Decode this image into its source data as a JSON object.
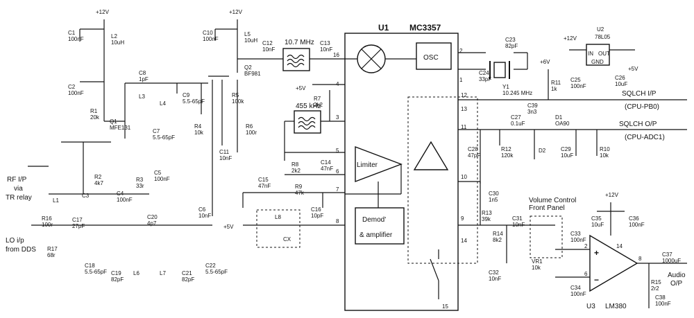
{
  "ic": {
    "ref": "U1",
    "name": "MC3357",
    "osc": "OSC",
    "limiter": "Limiter",
    "demod1": "Demod'",
    "demod2": "& amplifier",
    "pins": [
      "2",
      "1",
      "16",
      "4",
      "3",
      "5",
      "6",
      "7",
      "8",
      "9",
      "10",
      "11",
      "12",
      "13",
      "14",
      "15"
    ]
  },
  "u2": {
    "ref": "U2",
    "name": "78L05",
    "in": "IN",
    "out": "OUT",
    "gnd": "GND"
  },
  "u3": {
    "ref": "U3",
    "name": "LM380",
    "plus": "+",
    "minus": "−",
    "p2": "2",
    "p6": "6",
    "p8": "8",
    "p14": "14"
  },
  "filters": {
    "f1": "10.7 MHz",
    "f2": "455 kHz"
  },
  "supplies": {
    "v12": "+12V",
    "v5": "+5V",
    "v6": "+6V"
  },
  "io": {
    "rf1": "RF I/P",
    "rf2": "via",
    "rf3": "TR relay",
    "lo1": "LO i/p",
    "lo2": "from DDS",
    "sq_in1": "SQLCH I/P",
    "sq_in2": "(CPU-PB0)",
    "sq_out1": "SQLCH O/P",
    "sq_out2": "(CPU-ADC1)",
    "audio1": "Audio",
    "audio2": "O/P",
    "vol1": "Volume Control",
    "vol2": "Front Panel"
  },
  "components": [
    {
      "ref": "C1",
      "val": "100nF"
    },
    {
      "ref": "L2",
      "val": "10uH"
    },
    {
      "ref": "C2",
      "val": "100nF"
    },
    {
      "ref": "R1",
      "val": "20k"
    },
    {
      "ref": "Q1",
      "val": "MFE131"
    },
    {
      "ref": "C7",
      "val": "5.5-65pF"
    },
    {
      "ref": "L3",
      "val": ""
    },
    {
      "ref": "C8",
      "val": "1pF"
    },
    {
      "ref": "L4",
      "val": ""
    },
    {
      "ref": "C9",
      "val": "5.5-65pF"
    },
    {
      "ref": "R4",
      "val": "10k"
    },
    {
      "ref": "C10",
      "val": "100nF"
    },
    {
      "ref": "L5",
      "val": "10uH"
    },
    {
      "ref": "R5",
      "val": "100k"
    },
    {
      "ref": "Q2",
      "val": "BF981"
    },
    {
      "ref": "R6",
      "val": "100r"
    },
    {
      "ref": "C11",
      "val": "10nF"
    },
    {
      "ref": "C12",
      "val": "10nF"
    },
    {
      "ref": "C13",
      "val": "10nF"
    },
    {
      "ref": "R7",
      "val": "2k2"
    },
    {
      "ref": "R8",
      "val": "2k2"
    },
    {
      "ref": "C14",
      "val": "47nF"
    },
    {
      "ref": "C15",
      "val": "47nF"
    },
    {
      "ref": "R9",
      "val": "47k"
    },
    {
      "ref": "C16",
      "val": "10pF"
    },
    {
      "ref": "L8",
      "val": ""
    },
    {
      "ref": "CX",
      "val": ""
    },
    {
      "ref": "R2",
      "val": "4k7"
    },
    {
      "ref": "C4",
      "val": "100nF"
    },
    {
      "ref": "R3",
      "val": "33r"
    },
    {
      "ref": "C5",
      "val": "100nF"
    },
    {
      "ref": "C3",
      "val": ""
    },
    {
      "ref": "L1",
      "val": ""
    },
    {
      "ref": "C6",
      "val": "10nF"
    },
    {
      "ref": "R16",
      "val": "100r"
    },
    {
      "ref": "R17",
      "val": "68r"
    },
    {
      "ref": "C17",
      "val": "27pF"
    },
    {
      "ref": "C18",
      "val": "5.5-65pF"
    },
    {
      "ref": "C19",
      "val": "82pF"
    },
    {
      "ref": "L6",
      "val": ""
    },
    {
      "ref": "C20",
      "val": "4p7"
    },
    {
      "ref": "L7",
      "val": ""
    },
    {
      "ref": "C21",
      "val": "82pF"
    },
    {
      "ref": "C22",
      "val": "5.5-65pF"
    },
    {
      "ref": "C23",
      "val": "82pF"
    },
    {
      "ref": "C24",
      "val": "33pF"
    },
    {
      "ref": "Y1",
      "val": "10.245 MHz"
    },
    {
      "ref": "C25",
      "val": "100nF"
    },
    {
      "ref": "C26",
      "val": "10uF"
    },
    {
      "ref": "R11",
      "val": "1k"
    },
    {
      "ref": "C39",
      "val": "3n3"
    },
    {
      "ref": "C27",
      "val": "0.1uF"
    },
    {
      "ref": "D1",
      "val": "OA90"
    },
    {
      "ref": "D2",
      "val": ""
    },
    {
      "ref": "C28",
      "val": "47pF"
    },
    {
      "ref": "R12",
      "val": "120k"
    },
    {
      "ref": "C29",
      "val": "10uF"
    },
    {
      "ref": "R10",
      "val": "10k"
    },
    {
      "ref": "C30",
      "val": "1n5"
    },
    {
      "ref": "R13",
      "val": "39k"
    },
    {
      "ref": "R14",
      "val": "8k2"
    },
    {
      "ref": "C31",
      "val": "10nF"
    },
    {
      "ref": "C32",
      "val": "10nF"
    },
    {
      "ref": "VR1",
      "val": "10k"
    },
    {
      "ref": "C33",
      "val": "100nF"
    },
    {
      "ref": "C34",
      "val": "100nF"
    },
    {
      "ref": "C35",
      "val": "10uF"
    },
    {
      "ref": "C36",
      "val": "100nF"
    },
    {
      "ref": "C37",
      "val": "1000uF"
    },
    {
      "ref": "R15",
      "val": "2r2"
    },
    {
      "ref": "C38",
      "val": "100nF"
    }
  ]
}
